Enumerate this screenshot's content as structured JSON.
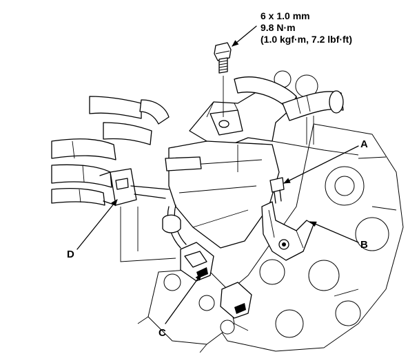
{
  "bolt_spec": {
    "size": "6 x 1.0 mm",
    "torque_nm": "9.8 N·m",
    "torque_alt": "(1.0 kgf·m, 7.2 lbf·ft)"
  },
  "callouts": {
    "a": "A",
    "b": "B",
    "c": "C",
    "d": "D"
  }
}
